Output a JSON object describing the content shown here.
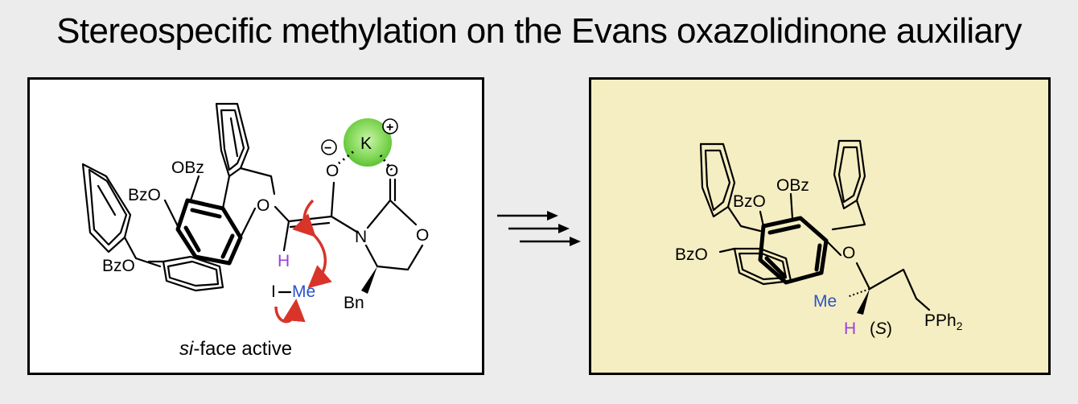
{
  "title": "Stereospecific methylation on the Evans oxazolidinone auxiliary",
  "left_panel": {
    "labels": {
      "obz_top": "OBz",
      "bzo_mid": "BzO",
      "bzo_low": "BzO",
      "enolate_O": "O",
      "enolate_O2": "O",
      "carbonyl_O": "O",
      "ring_O": "O",
      "ring_N": "N",
      "H": "H",
      "I": "I",
      "Me": "Me",
      "Bn": "Bn",
      "K": "K",
      "minus": "−",
      "plus": "+"
    },
    "caption_italic": "si",
    "caption_rest": "-face active"
  },
  "right_panel": {
    "labels": {
      "obz_top": "OBz",
      "bzo_mid": "BzO",
      "bzo_low": "BzO",
      "O": "O",
      "Me": "Me",
      "H": "H",
      "S_open": "(",
      "S": "S",
      "S_close": ")",
      "PPh": "PPh",
      "PPh_sub": "2"
    }
  },
  "colors": {
    "H_purple": "#9b3fe0",
    "Me_blue": "#2a52c9",
    "arrow_red": "#d8342a",
    "potassium_green": "#7fd654",
    "right_panel_bg": "#f5eec2"
  }
}
